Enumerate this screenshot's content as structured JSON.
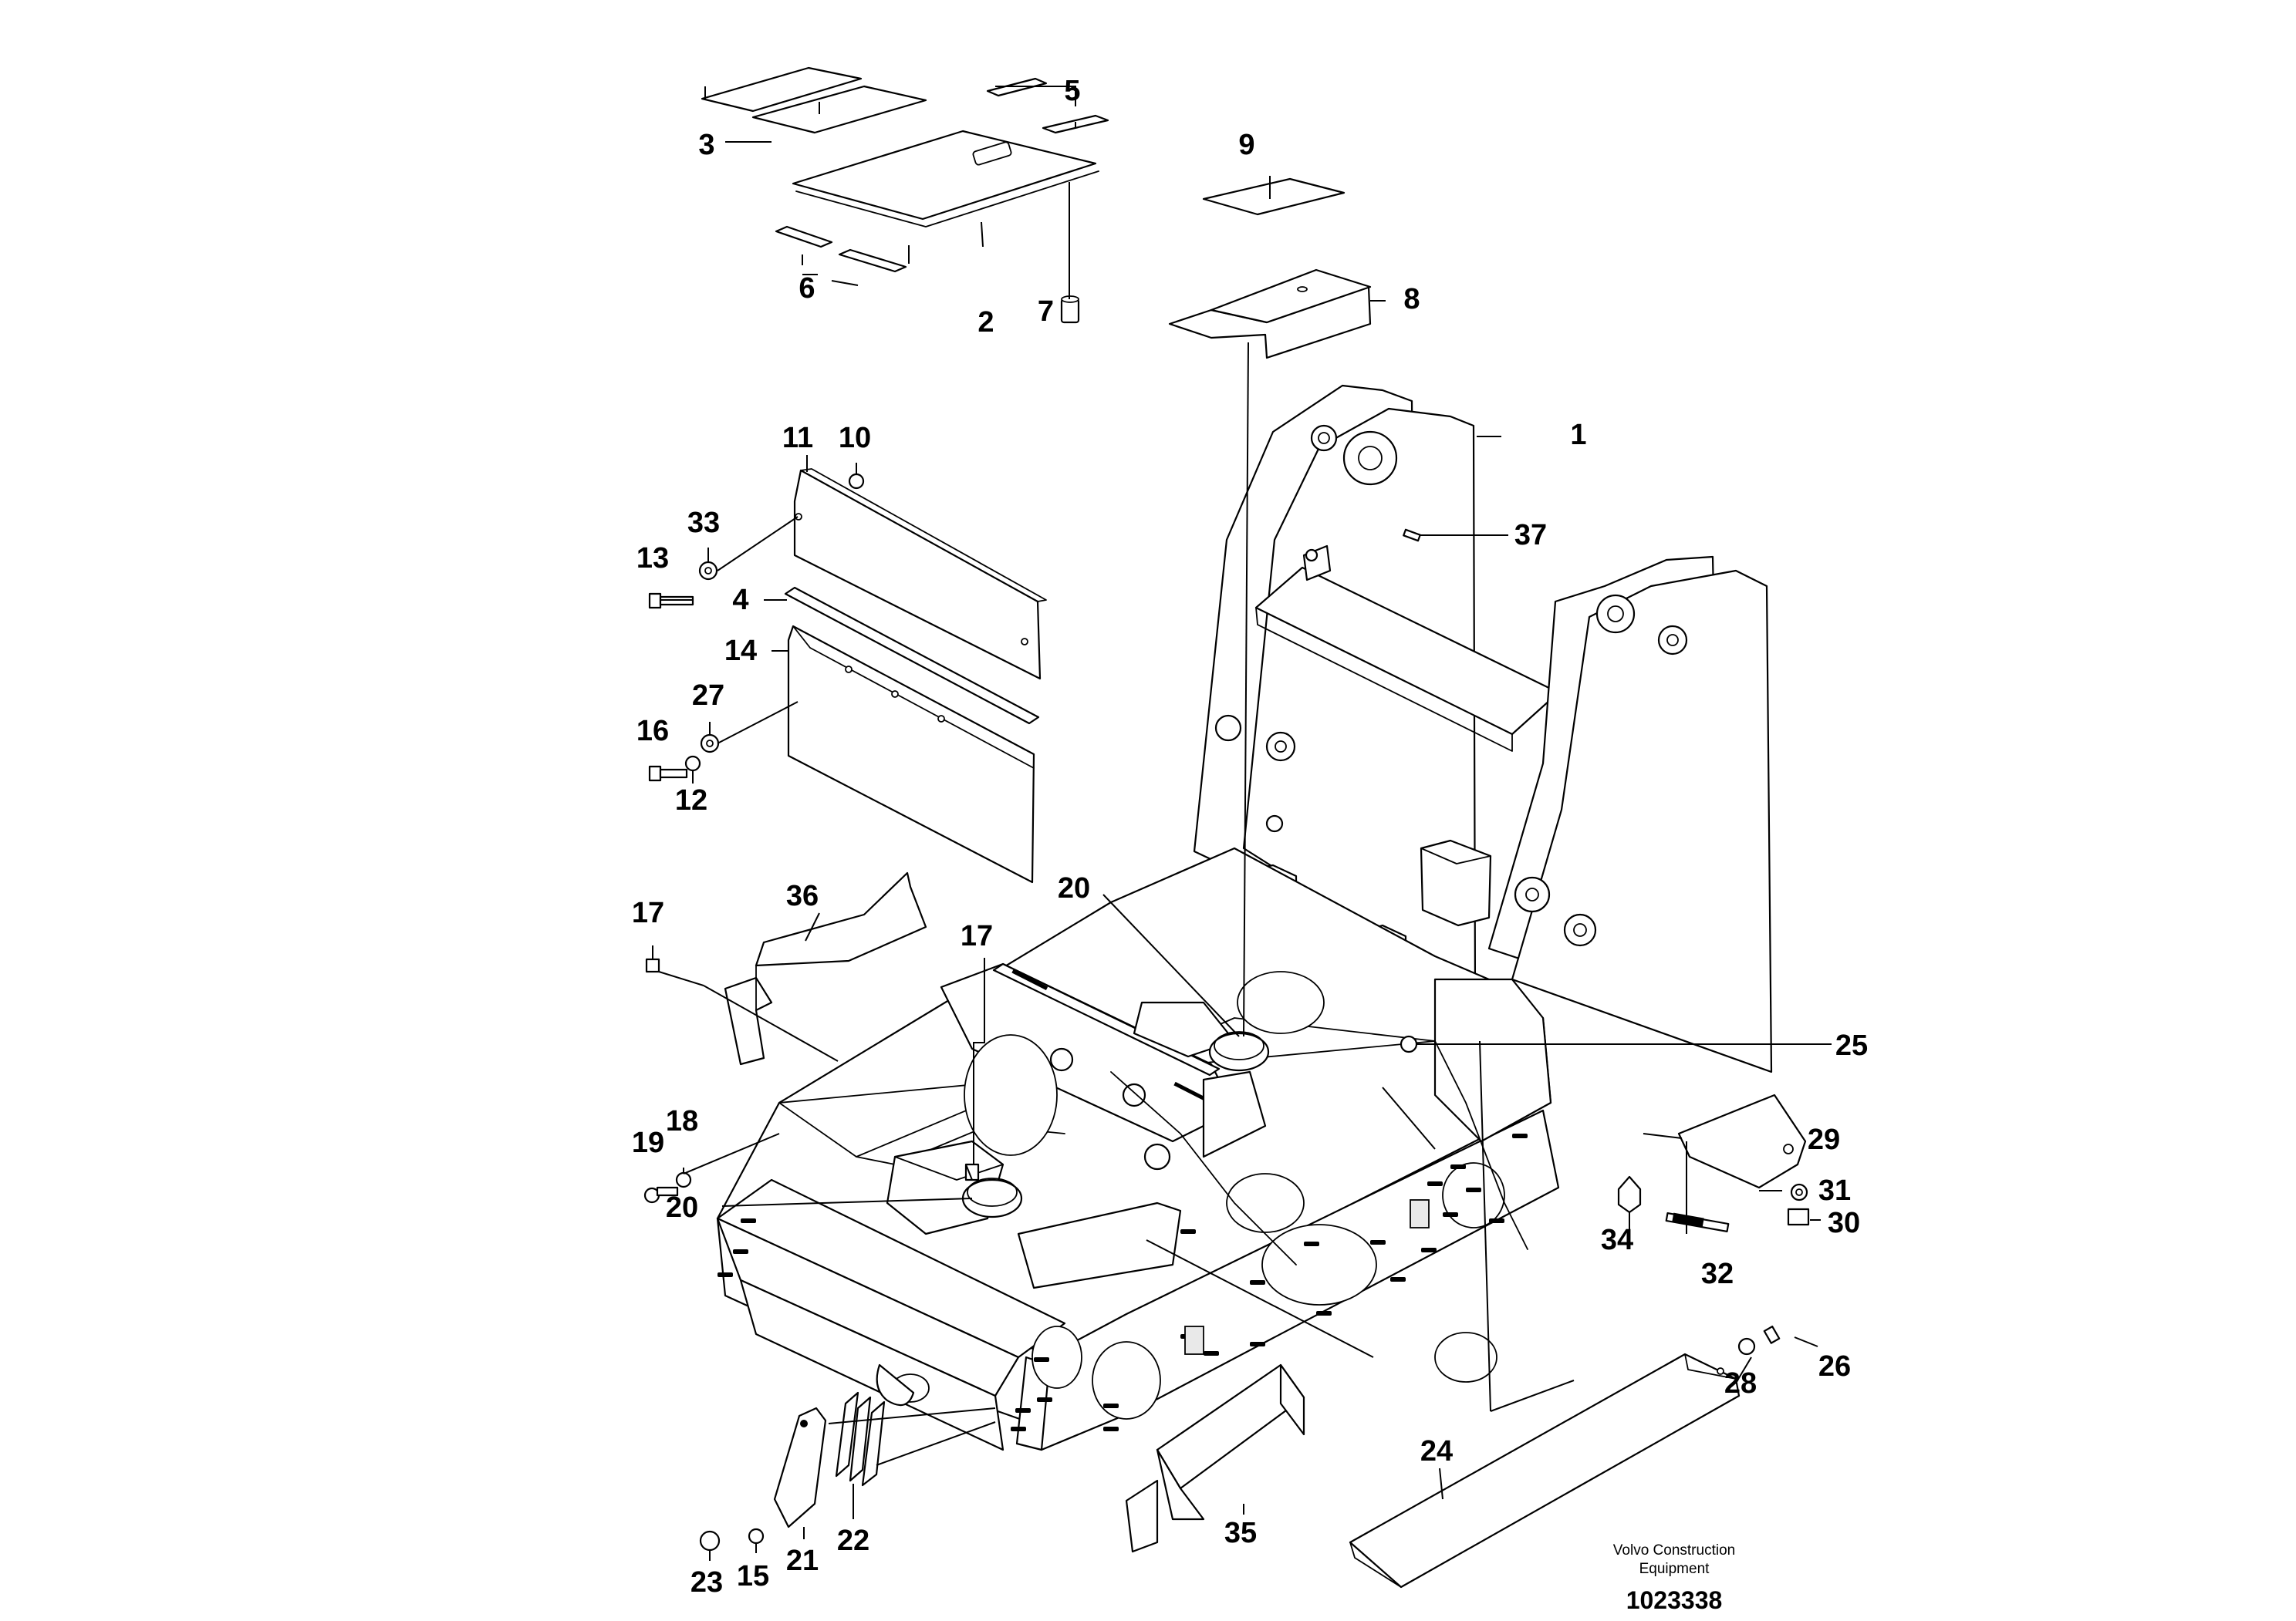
{
  "callouts": {
    "c1": "1",
    "c2": "2",
    "c3": "3",
    "c4": "4",
    "c5": "5",
    "c6": "6",
    "c7": "7",
    "c8": "8",
    "c9": "9",
    "c10": "10",
    "c11": "11",
    "c12": "12",
    "c13": "13",
    "c14": "14",
    "c15": "15",
    "c16": "16",
    "c17a": "17",
    "c17b": "17",
    "c18": "18",
    "c19": "19",
    "c20a": "20",
    "c20b": "20",
    "c21": "21",
    "c22": "22",
    "c23": "23",
    "c24": "24",
    "c25": "25",
    "c26": "26",
    "c27": "27",
    "c28": "28",
    "c29": "29",
    "c30": "30",
    "c31": "31",
    "c32": "32",
    "c33": "33",
    "c34": "34",
    "c35": "35",
    "c36": "36",
    "c37": "37"
  },
  "footer": {
    "credit_line1": "Volvo Construction",
    "credit_line2": "Equipment",
    "drawing_number": "1023338"
  }
}
